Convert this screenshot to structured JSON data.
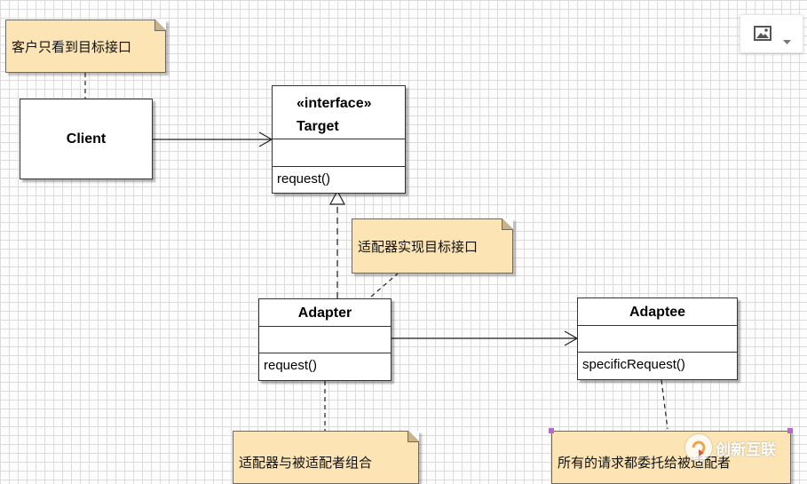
{
  "notes": {
    "client_note": "客户只看到目标接口",
    "adapter_note": "适配器实现目标接口",
    "compose_note": "适配器与被适配者组合",
    "adaptee_note": "所有的请求都委托给被适配者"
  },
  "classes": {
    "client": {
      "name": "Client"
    },
    "target": {
      "stereotype": "«interface»",
      "name": "Target",
      "operation": "request()"
    },
    "adapter": {
      "name": "Adapter",
      "operation": "request()"
    },
    "adaptee": {
      "name": "Adaptee",
      "operation": "specificRequest()"
    }
  },
  "toolbar": {
    "icon": "image-icon",
    "dropdown_icon": "caret-down-icon"
  },
  "watermark": {
    "text": "创新互联"
  },
  "colors": {
    "note_fill": "#fce4b4",
    "box_border": "#333333",
    "grid": "#dcdcdc",
    "selection": "#b768c9"
  }
}
